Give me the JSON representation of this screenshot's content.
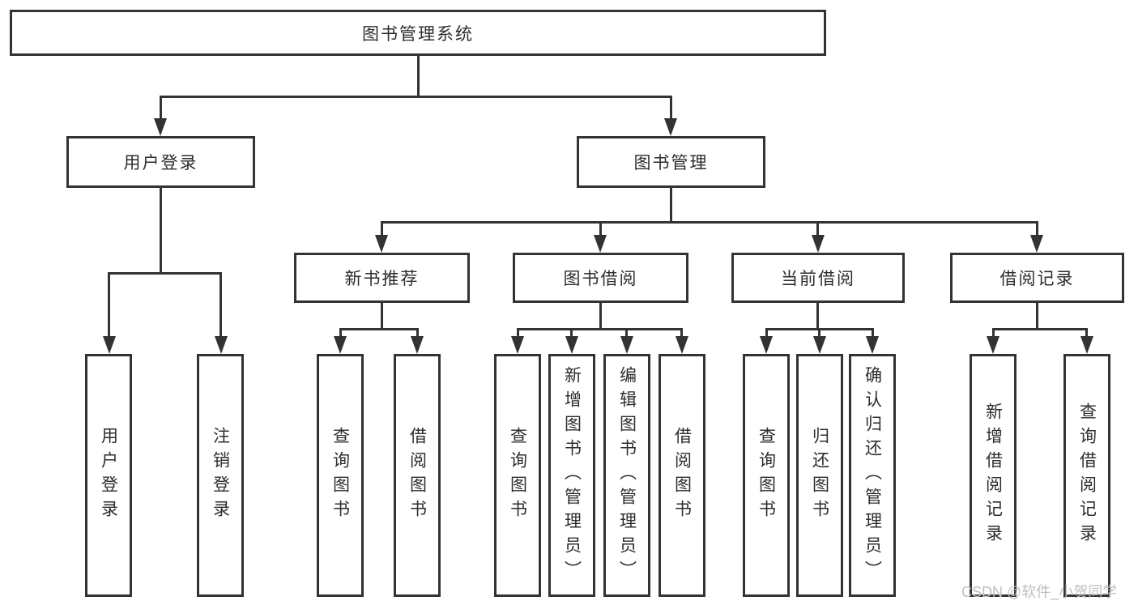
{
  "diagram": {
    "root": "图书管理系统",
    "user": {
      "label": "用户登录",
      "children": [
        "用户登录",
        "注销登录"
      ]
    },
    "mgmt": {
      "label": "图书管理",
      "sections": [
        {
          "label": "新书推荐",
          "children": [
            "查询图书",
            "借阅图书"
          ]
        },
        {
          "label": "图书借阅",
          "children": [
            "查询图书",
            "新增图书（管理员）",
            "编辑图书（管理员）",
            "借阅图书"
          ]
        },
        {
          "label": "当前借阅",
          "children": [
            "查询图书",
            "归还图书",
            "确认归还（管理员）"
          ]
        },
        {
          "label": "借阅记录",
          "children": [
            "新增借阅记录",
            "查询借阅记录"
          ]
        }
      ]
    },
    "colors": {
      "line": "#333333",
      "text": "#2d2d2d",
      "watermark": "#bfbfbf",
      "background": "#ffffff"
    }
  },
  "watermark": "CSDN @软件_小贺同学"
}
